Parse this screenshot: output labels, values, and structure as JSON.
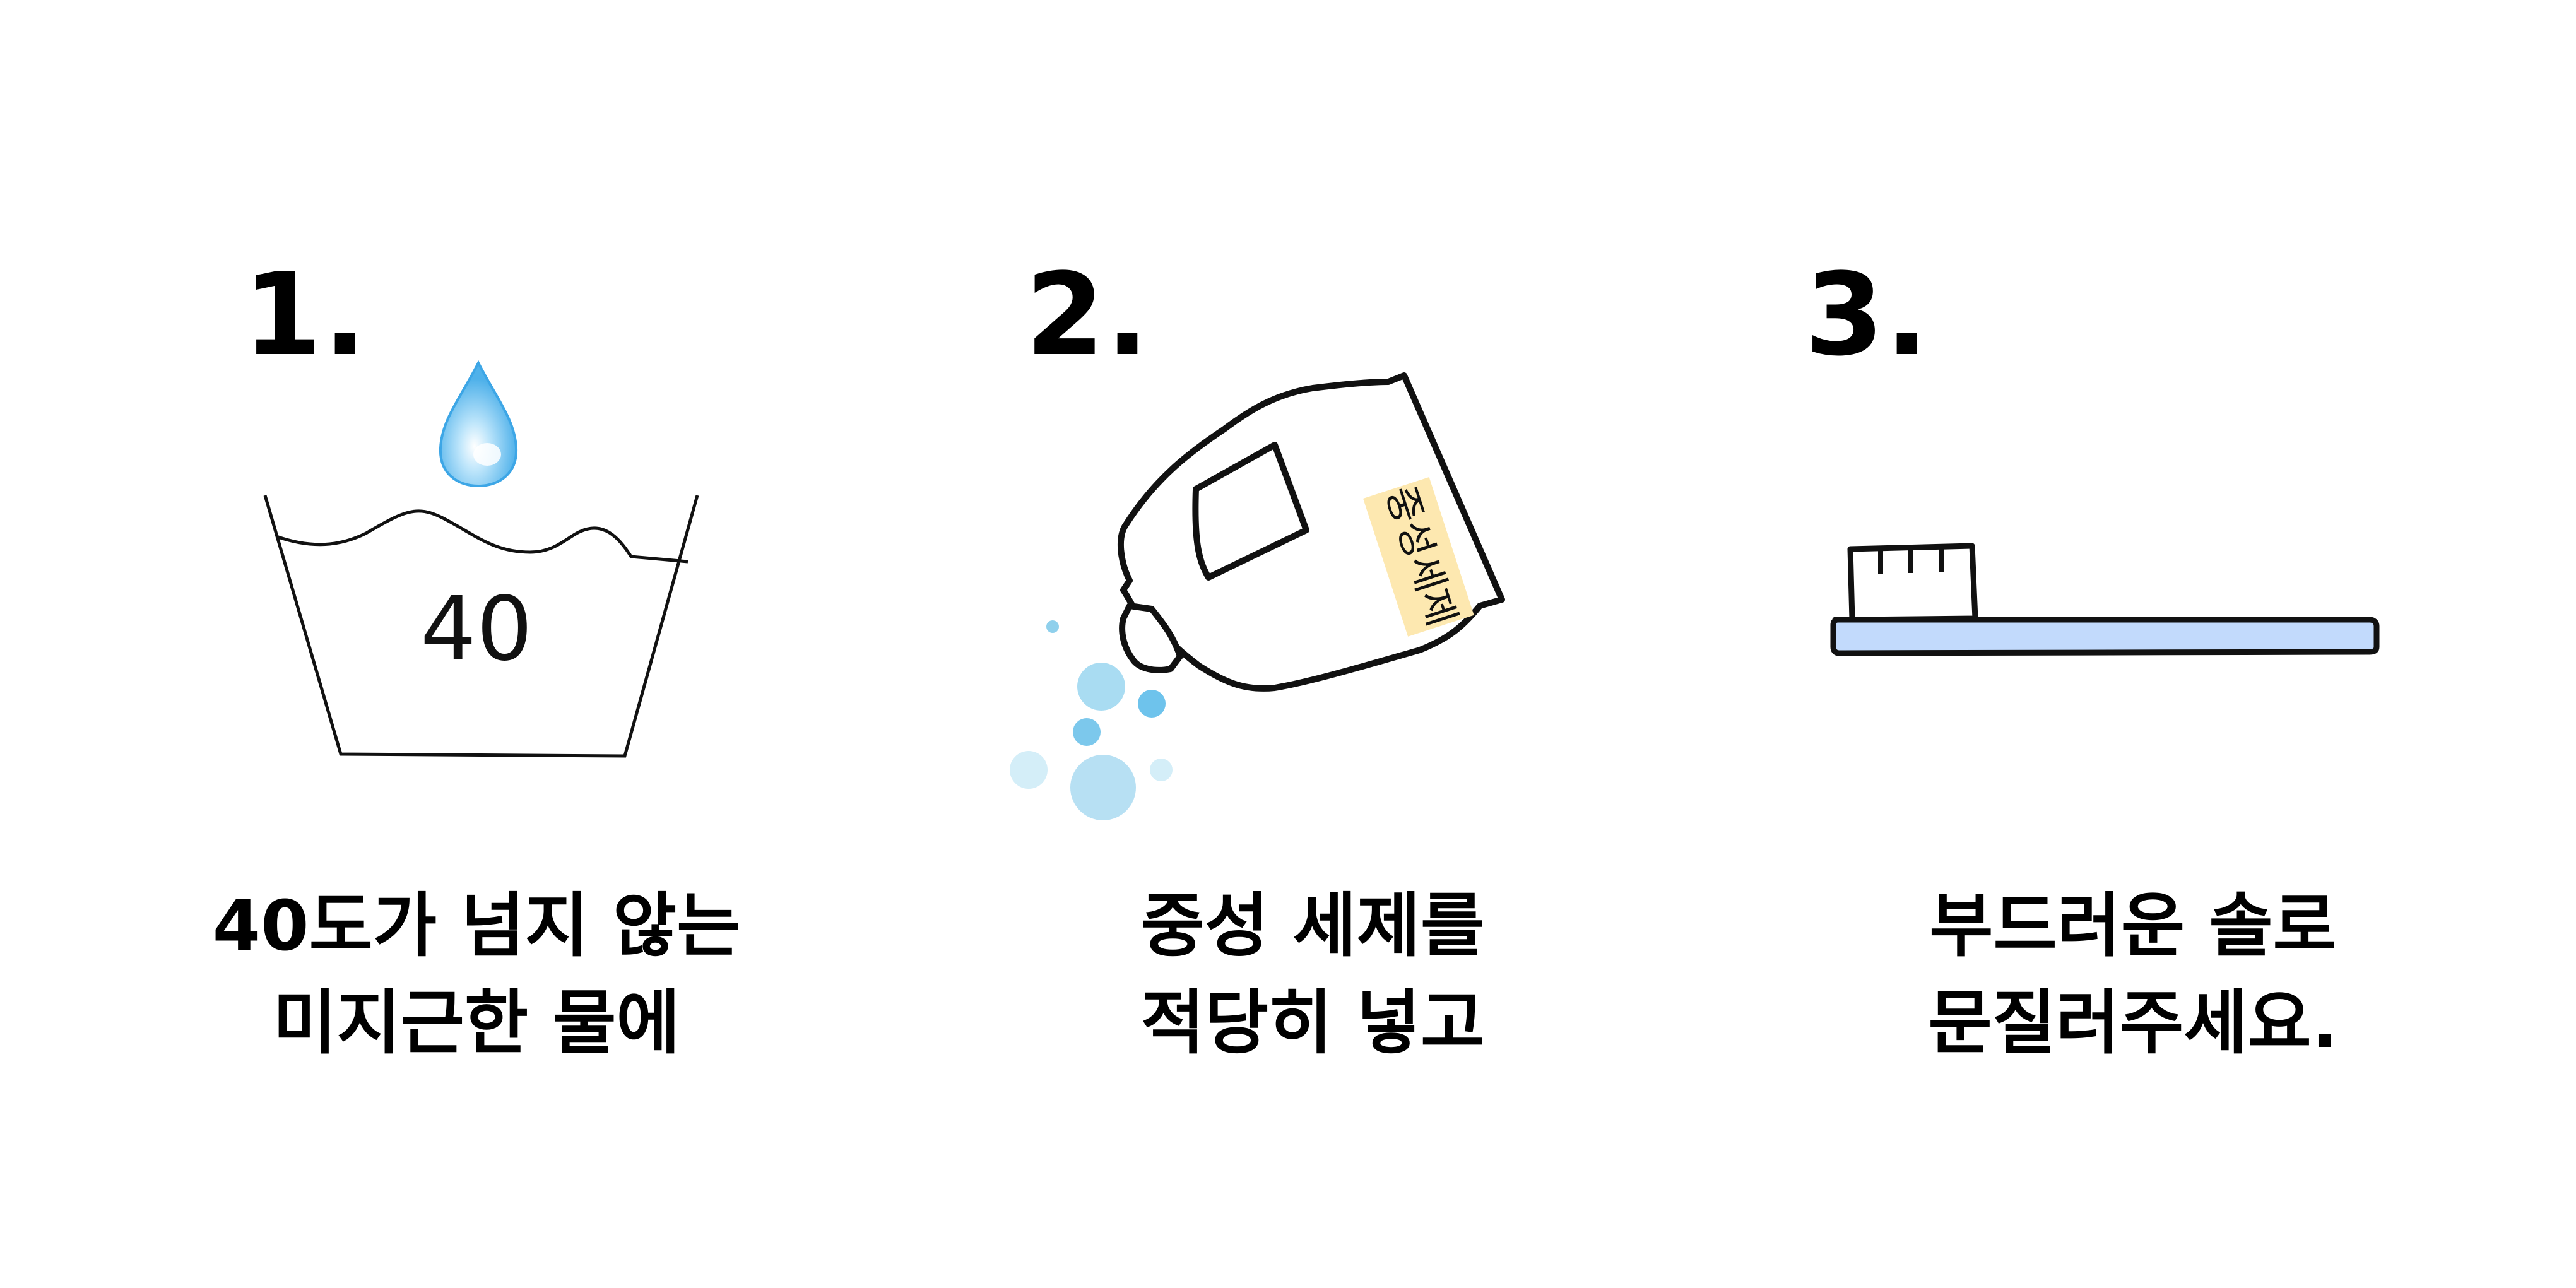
{
  "steps": [
    {
      "number": "1.",
      "icon": "wash-tub-with-water-drop-icon",
      "temperature": "40",
      "caption_lines": [
        "40도가 넘지 않는",
        "미지근한 물에"
      ]
    },
    {
      "number": "2.",
      "icon": "detergent-bottle-pouring-icon",
      "bottle_label": "중성세제",
      "caption_lines": [
        "중성 세제를",
        "적당히 넣고"
      ]
    },
    {
      "number": "3.",
      "icon": "soft-brush-icon",
      "caption_lines": [
        "부드러운 솔로",
        "문질러주세요."
      ]
    }
  ],
  "colors": {
    "text": "#000000",
    "water_drop": "#6cc0f0",
    "bottle_label": "#fde8b0",
    "bubbles": "#8fd0ec",
    "brush_handle": "#c2dafc"
  }
}
